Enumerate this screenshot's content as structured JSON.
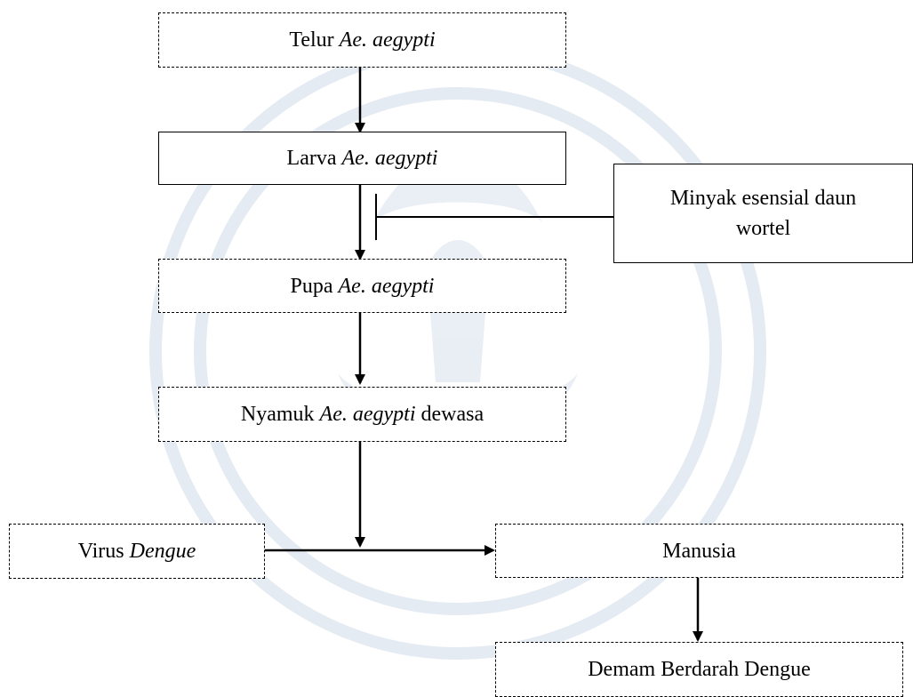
{
  "nodes": {
    "telur": {
      "pre": "Telur ",
      "it": "Ae. aegypti",
      "post": ""
    },
    "larva": {
      "pre": "Larva ",
      "it": "Ae. aegypti",
      "post": ""
    },
    "minyak": {
      "line1": "Minyak esensial daun",
      "line2": "wortel"
    },
    "pupa": {
      "pre": "Pupa ",
      "it": "Ae. aegypti",
      "post": ""
    },
    "nyamuk": {
      "pre": "Nyamuk ",
      "it": "Ae. aegypti",
      "post": " dewasa"
    },
    "virus": {
      "pre": "Virus ",
      "it": "Dengue",
      "post": ""
    },
    "manusia": {
      "pre": "Manusia",
      "it": "",
      "post": ""
    },
    "dbd": {
      "pre": "Demam Berdarah Dengue",
      "it": "",
      "post": ""
    }
  },
  "colors": {
    "stroke": "#000000",
    "watermark": "#dfe6ef"
  }
}
